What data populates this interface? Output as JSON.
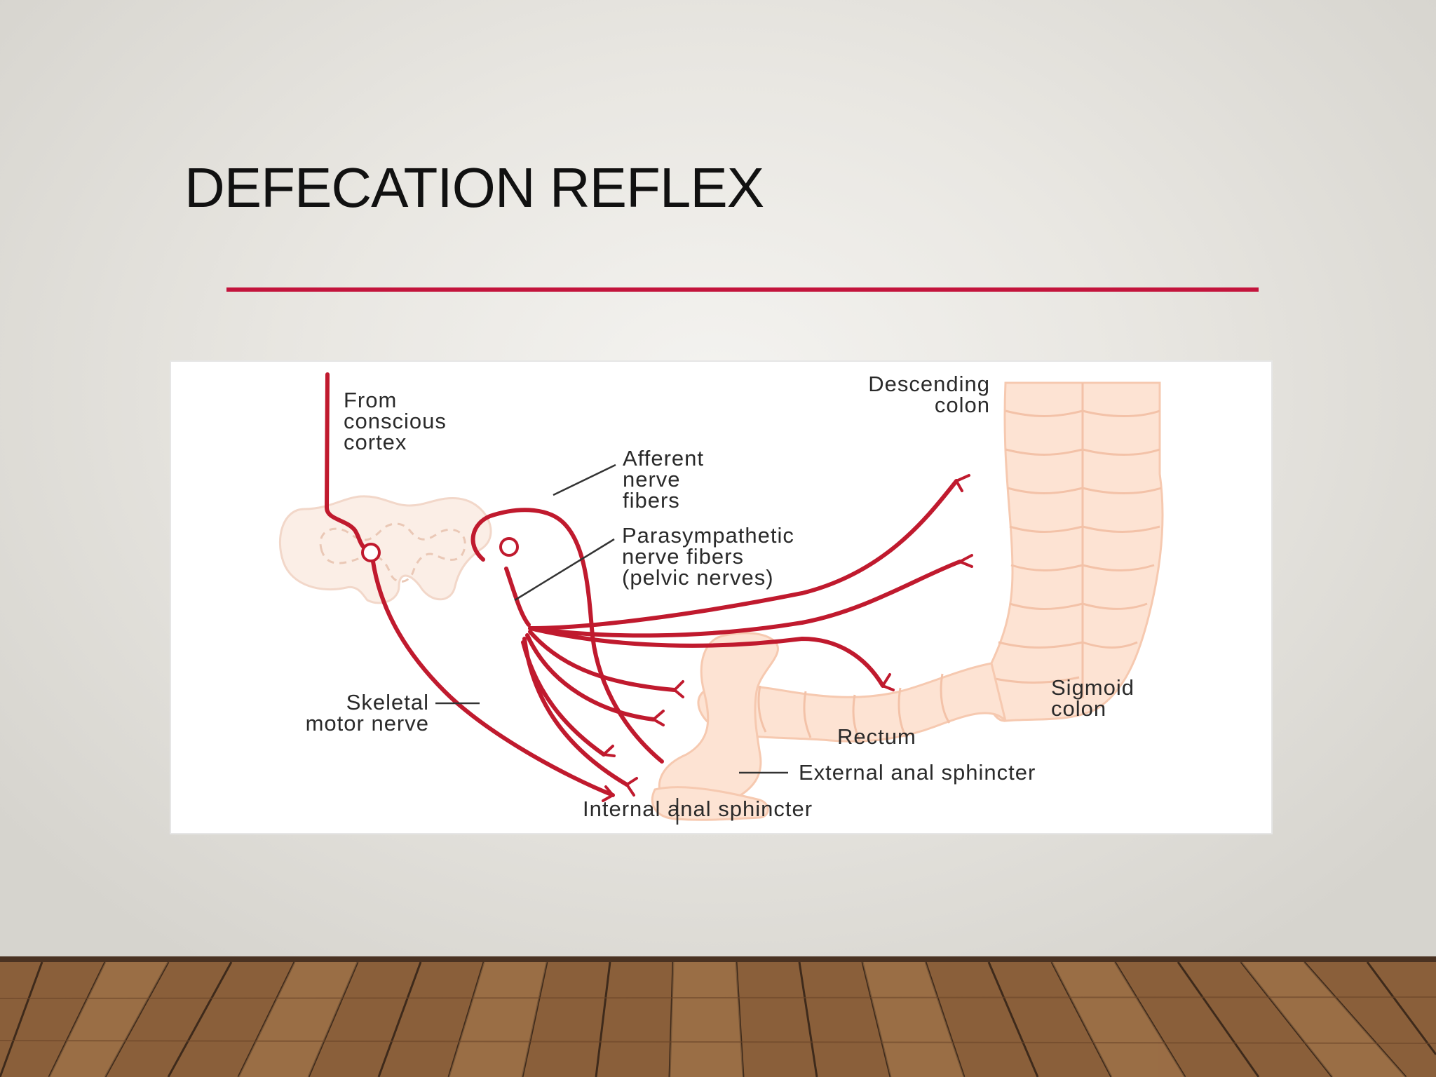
{
  "slide": {
    "title": "DEFECATION REFLEX",
    "accent_color": "#c3143c"
  },
  "diagram": {
    "labels": {
      "from_cortex": [
        "From",
        "conscious",
        "cortex"
      ],
      "afferent": [
        "Afferent",
        "nerve",
        "fibers"
      ],
      "parasympathetic": [
        "Parasympathetic",
        "nerve fibers",
        "(pelvic nerves)"
      ],
      "descending_colon": [
        "Descending",
        "colon"
      ],
      "sigmoid_colon": [
        "Sigmoid",
        "colon"
      ],
      "skeletal_motor": [
        "Skeletal",
        "motor nerve"
      ],
      "rectum": "Rectum",
      "external_sphincter": "External anal sphincter",
      "internal_sphincter": "Internal anal sphincter"
    },
    "colors": {
      "nerve": "#c01a2e",
      "tissue": "#fde3d3",
      "tissue_edge": "#f6c9b0"
    }
  }
}
